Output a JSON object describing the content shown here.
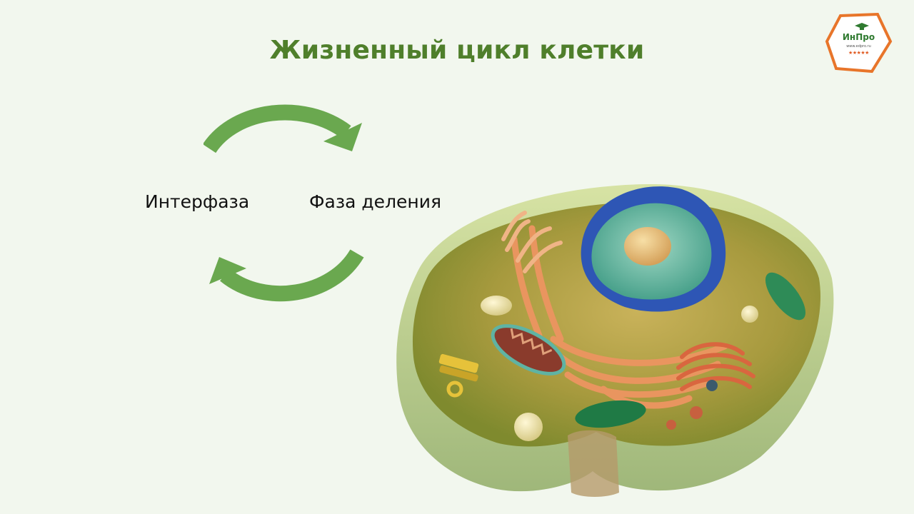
{
  "slide": {
    "title": "Жизненный цикл клетки",
    "phases": {
      "interphase": "Интерфаза",
      "division": "Фаза деления"
    }
  },
  "logo": {
    "name": "ИнПро",
    "url": "www.edpro.ru",
    "stars": "★★★★★",
    "accent_color": "#e8752a",
    "brand_color": "#2f7a30"
  },
  "colors": {
    "title": "#4f7f2b",
    "arrows": "#6aa84f",
    "background": "#f2f7ee"
  },
  "icons": {
    "cycle_top": "curved-arrow-right-icon",
    "cycle_bottom": "curved-arrow-left-icon",
    "illustration": "animal-cell-illustration"
  }
}
